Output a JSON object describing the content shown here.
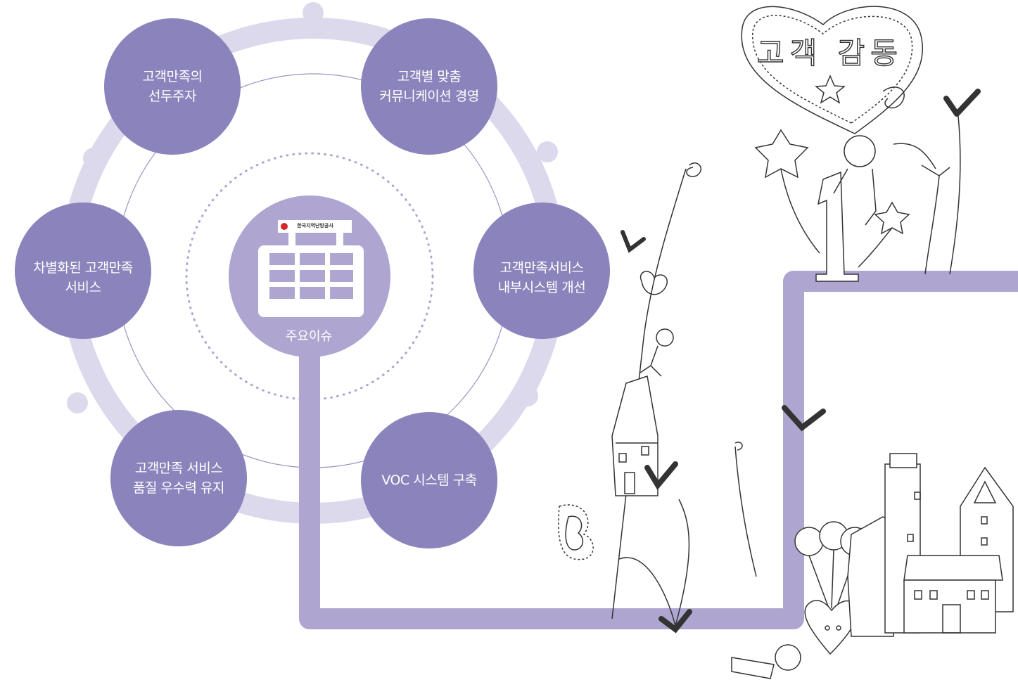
{
  "center": {
    "label": "주요이슈",
    "logo_text": "한국지역난방공사"
  },
  "nodes": [
    {
      "id": "leader",
      "line1": "고객만족의",
      "line2": "선두주자"
    },
    {
      "id": "custom-comm",
      "line1": "고객별 맞춤",
      "line2": "커뮤니케이션 경영"
    },
    {
      "id": "internal-system",
      "line1": "고객만족서비스",
      "line2": "내부시스템 개선"
    },
    {
      "id": "voc",
      "line1": "VOC 시스템 구축",
      "line2": ""
    },
    {
      "id": "quality",
      "line1": "고객만족 서비스",
      "line2": "품질 우수력 유지"
    },
    {
      "id": "differentiated",
      "line1": "차별화된 고객만족",
      "line2": "서비스"
    }
  ],
  "illustration": {
    "heart_sign": "고객 감동"
  },
  "colors": {
    "node": "#8b83bb",
    "center": "#aea6d1",
    "ring": "#ddd9ed",
    "path": "#aea6d1",
    "thin_line": "#9a93c4"
  }
}
